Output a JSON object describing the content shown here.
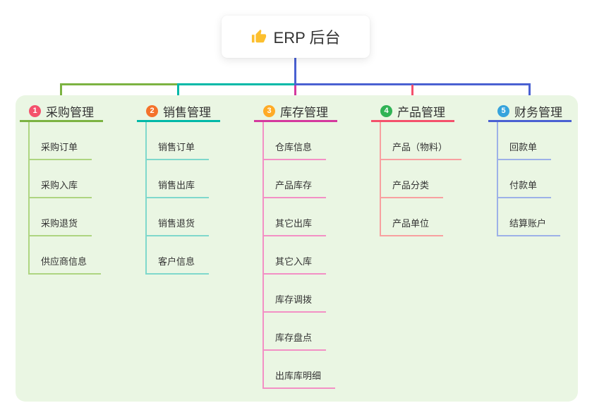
{
  "root": {
    "label": "ERP 后台",
    "icon": "thumbs-up-icon"
  },
  "palette": {
    "trunk_line": "#4a61d2",
    "panel_background": "#eaf6e3",
    "node_background": "#ffffff",
    "text": "#333333",
    "thumb_icon": "#fcbf2e"
  },
  "branches": [
    {
      "badge": "1",
      "badge_color": "#f4516c",
      "line_color": "#7cb342",
      "item_line_color": "#aed581",
      "label": "采购管理",
      "items": [
        "采购订单",
        "采购入库",
        "采购退货",
        "供应商信息"
      ]
    },
    {
      "badge": "2",
      "badge_color": "#f4722b",
      "line_color": "#00b9a8",
      "item_line_color": "#7fd8cc",
      "label": "销售管理",
      "items": [
        "销售订单",
        "销售出库",
        "销售退货",
        "客户信息"
      ]
    },
    {
      "badge": "3",
      "badge_color": "#ffab26",
      "line_color": "#d4399e",
      "item_line_color": "#f390c5",
      "label": "库存管理",
      "items": [
        "仓库信息",
        "产品库存",
        "其它出库",
        "其它入库",
        "库存调拨",
        "库存盘点",
        "出库库明细"
      ]
    },
    {
      "badge": "4",
      "badge_color": "#30b355",
      "line_color": "#f4516c",
      "item_line_color": "#f8a0a0",
      "label": "产品管理",
      "items": [
        "产品（物料）",
        "产品分类",
        "产品单位"
      ]
    },
    {
      "badge": "5",
      "badge_color": "#36a3dc",
      "line_color": "#4a61d2",
      "item_line_color": "#9db1e8",
      "label": "财务管理",
      "items": [
        "回款单",
        "付款单",
        "结算账户"
      ]
    }
  ]
}
